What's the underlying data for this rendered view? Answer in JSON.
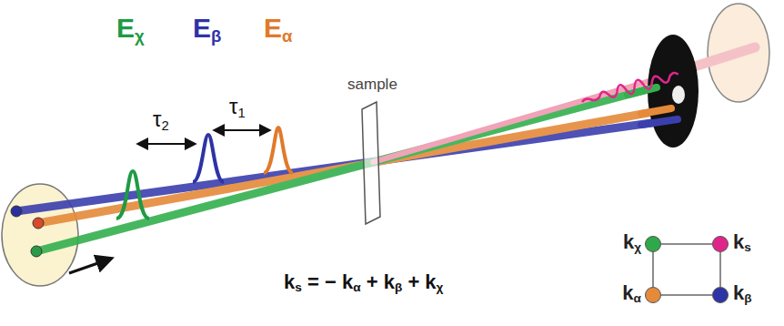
{
  "diagram": {
    "nodes": [
      {
        "text": [
          "kχ"
        ]
      },
      {
        "text": [
          "ks"
        ]
      },
      {
        "text": [
          "kα"
        ]
      },
      {
        "text": [
          "kβ"
        ]
      }
    ],
    "edges": [
      {
        "from": 0,
        "to": 1,
        "arrow": "none"
      },
      {
        "from": 1,
        "to": 3,
        "arrow": "none"
      },
      {
        "from": 3,
        "to": 2,
        "arrow": "none"
      },
      {
        "from": 2,
        "to": 0,
        "arrow": "none"
      }
    ],
    "labels": [
      "Eχ",
      "Eβ",
      "Eα",
      "τ2",
      "τ1",
      "sample",
      "ks = − kα + kβ + kχ"
    ]
  }
}
